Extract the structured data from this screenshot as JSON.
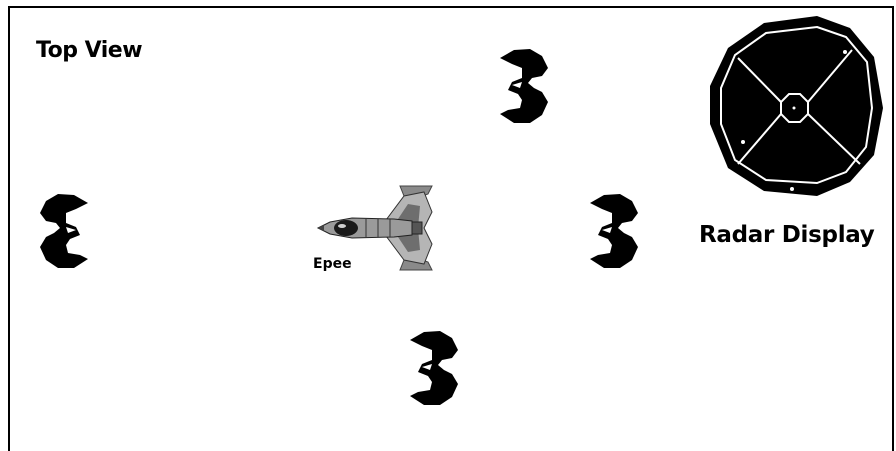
{
  "labels": {
    "top_view": "Top View",
    "radar_display": "Radar Display",
    "ship_name": "Epee"
  },
  "icons": {
    "enemy": "enemy-craft-icon",
    "player_ship": "fighter-ship-icon",
    "radar": "radar-scope-icon"
  },
  "colors": {
    "ink": "#000000",
    "paper": "#ffffff"
  }
}
